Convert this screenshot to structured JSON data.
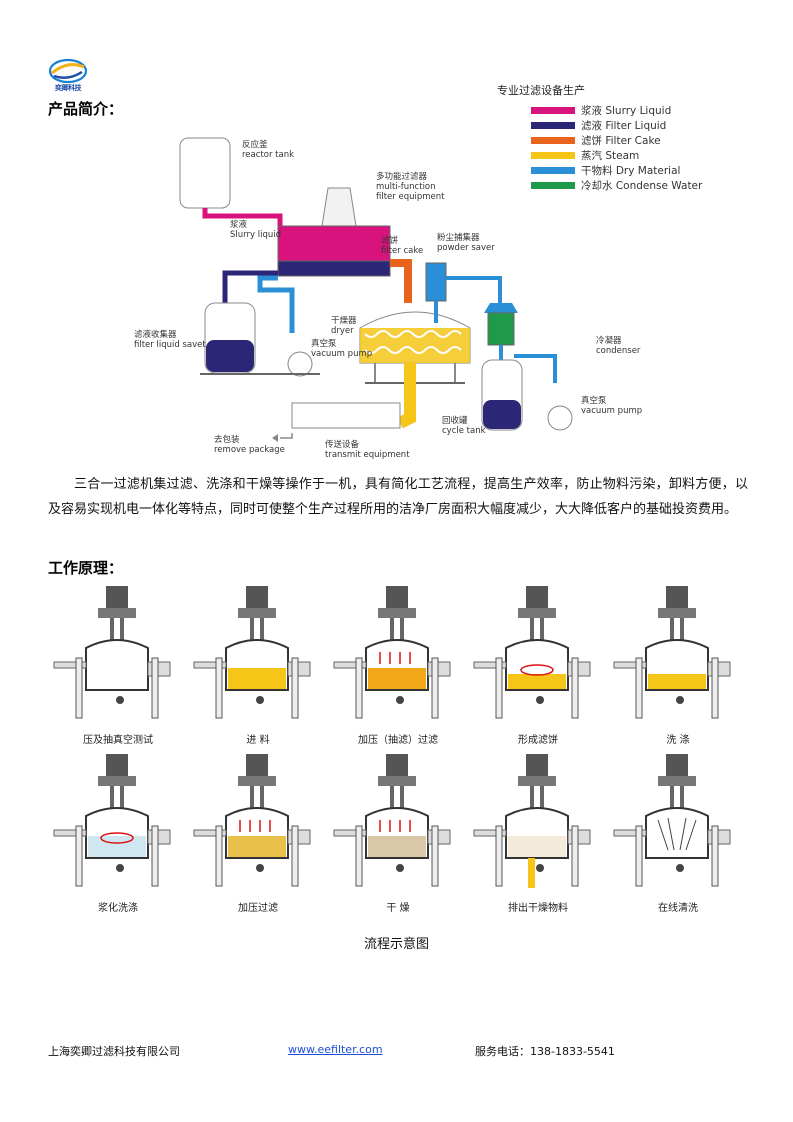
{
  "header": {
    "logo_text": "奕卿科技"
  },
  "section1": {
    "title": "产品简介："
  },
  "diagram": {
    "heading": "专业过滤设备生产",
    "legend": [
      {
        "label": "浆液 Slurry Liquid",
        "color": "#d8137d"
      },
      {
        "label": "滤液 Filter Liquid",
        "color": "#2b2676"
      },
      {
        "label": "滤饼 Filter Cake",
        "color": "#e8641c"
      },
      {
        "label": "蒸汽 Steam",
        "color": "#f5c518"
      },
      {
        "label": "干物料 Dry Material",
        "color": "#2a8fd6"
      },
      {
        "label": "冷却水 Condense Water",
        "color": "#1e9a4a"
      }
    ],
    "labels": {
      "reactor_cn": "反应釜",
      "reactor_en": "reactor tank",
      "slurry_cn": "浆液",
      "slurry_en": "Slurry liquid",
      "multi_cn": "多功能过滤器",
      "multi_en1": "multi-function",
      "multi_en2": "filter equipment",
      "cake_cn": "滤饼",
      "cake_en": "filter cake",
      "powder_cn": "粉尘捕集器",
      "powder_en": "powder saver",
      "filtrate_cn": "滤液收集器",
      "filtrate_en": "filter liquid savet",
      "dryer_cn": "干燥器",
      "dryer_en": "dryer",
      "vac1_cn": "真空泵",
      "vac1_en": "vacuum pump",
      "condenser_cn": "冷凝器",
      "condenser_en": "condenser",
      "vac2_cn": "真空泵",
      "vac2_en": "vacuum pump",
      "remove_cn": "去包装",
      "remove_en": "remove package",
      "transmit_cn": "传送设备",
      "transmit_en": "transmit equipment",
      "cycle_cn": "回收罐",
      "cycle_en": "cycle tank"
    }
  },
  "intro_text": "三合一过滤机集过滤、洗涤和干燥等操作于一机，具有简化工艺流程，提高生产效率，防止物料污染，卸料方便，以及容易实现机电一体化等特点，同时可使整个生产过程所用的洁净厂房面积大幅度减少，大大降低客户的基础投资费用。",
  "section2": {
    "title": "工作原理："
  },
  "process_steps": [
    {
      "label": "压及抽真空测试",
      "fill": "none"
    },
    {
      "label": "进 料",
      "fill": "slurry"
    },
    {
      "label": "加压（抽滤）过滤",
      "fill": "pressure"
    },
    {
      "label": "形成滤饼",
      "fill": "cake"
    },
    {
      "label": "洗 涤",
      "fill": "wash"
    },
    {
      "label": "浆化洗涤",
      "fill": "reslurry"
    },
    {
      "label": "加压过滤",
      "fill": "pressure2"
    },
    {
      "label": "干 燥",
      "fill": "dry"
    },
    {
      "label": "排出干燥物料",
      "fill": "discharge"
    },
    {
      "label": "在线清洗",
      "fill": "cip"
    }
  ],
  "flow_caption": "流程示意图",
  "footer": {
    "company": "上海奕卿过滤科技有限公司",
    "website": "www.eefilter.com",
    "phone": "服务电话：138-1833-5541"
  }
}
